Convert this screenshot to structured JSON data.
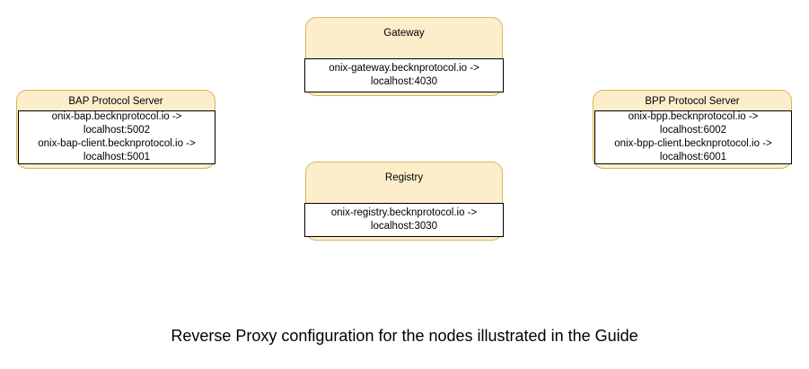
{
  "diagram": {
    "background_color": "#ffffff",
    "node_fill_color": "#fdeecb",
    "node_border_color": "#d6b656",
    "body_fill_color": "#ffffff",
    "body_border_color": "#000000",
    "nodes": [
      {
        "id": "gateway",
        "title": "Gateway",
        "lines": [
          "onix-gateway.becknprotocol.io ->",
          "localhost:4030"
        ]
      },
      {
        "id": "registry",
        "title": "Registry",
        "lines": [
          "onix-registry.becknprotocol.io ->",
          "localhost:3030"
        ]
      },
      {
        "id": "bap",
        "title": "BAP Protocol Server",
        "lines": [
          "onix-bap.becknprotocol.io ->",
          "localhost:5002",
          "onix-bap-client.becknprotocol.io ->",
          "localhost:5001"
        ]
      },
      {
        "id": "bpp",
        "title": "BPP Protocol Server",
        "lines": [
          "onix-bpp.becknprotocol.io ->",
          "localhost:6002",
          "onix-bpp-client.becknprotocol.io ->",
          "localhost:6001"
        ]
      }
    ]
  },
  "caption": {
    "text": "Reverse Proxy configuration for the nodes illustrated in the Guide"
  }
}
